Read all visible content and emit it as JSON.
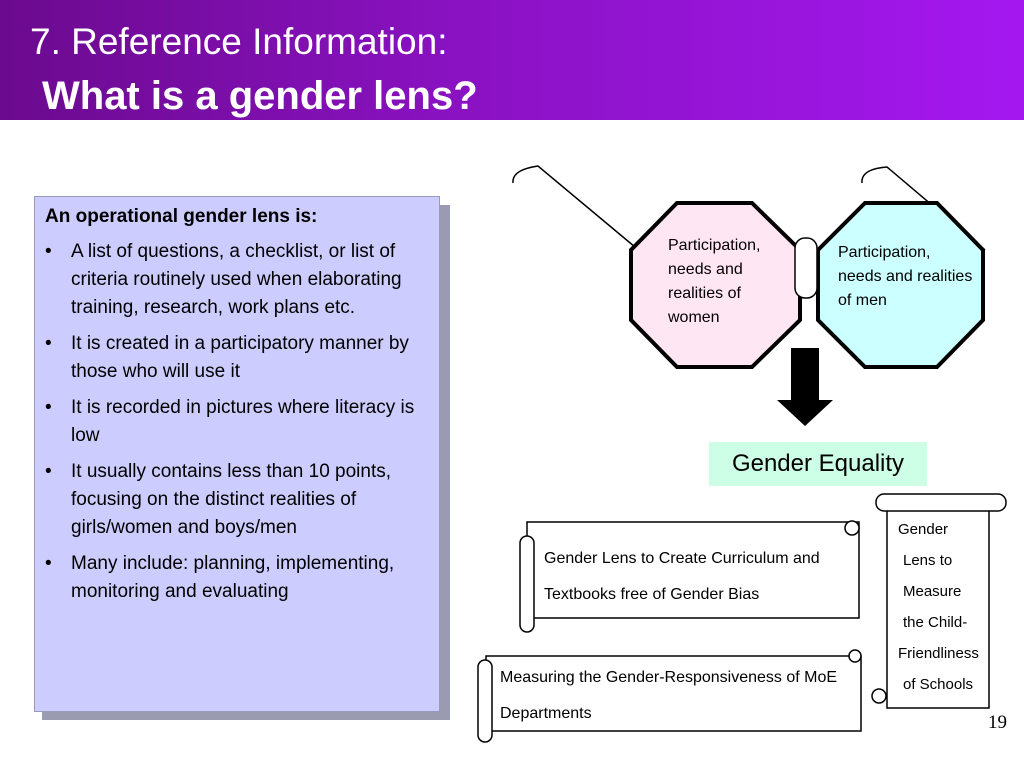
{
  "header": {
    "title_line1": "7. Reference Information:",
    "title_line2": "What is a gender lens?"
  },
  "lens_box": {
    "title": "An operational gender lens is:",
    "bullet_symbol": "•",
    "items": [
      "A list of questions, a checklist, or list of criteria routinely used when elaborating training, research, work plans etc.",
      "It is created in a participatory manner by those who will use it",
      "It is recorded in pictures where literacy is low",
      "It usually contains less than 10 points, focusing on the distinct realities of girls/women and boys/men",
      "Many include:  planning, implementing, monitoring and evaluating"
    ]
  },
  "glasses": {
    "left_lens": "Participation, needs and realities of women",
    "right_lens": "Participation, needs and realities of men",
    "left_color": "#ffe6f2",
    "right_color": "#ccffff"
  },
  "equality_label": "Gender Equality",
  "equality_color": "#ccffe6",
  "scrolls": {
    "curriculum": "Gender Lens to Create Curriculum and Textbooks free of Gender Bias",
    "moe": "Measuring the Gender-Responsiveness of MoE Departments",
    "vertical_lines": [
      "Gender",
      "Lens to",
      "Measure",
      "the Child-",
      "Friendliness",
      "of Schools"
    ]
  },
  "page_number": "19",
  "colors": {
    "header_start": "#6b0a8e",
    "header_end": "#a418f0",
    "lens_box": "#ccccff"
  }
}
